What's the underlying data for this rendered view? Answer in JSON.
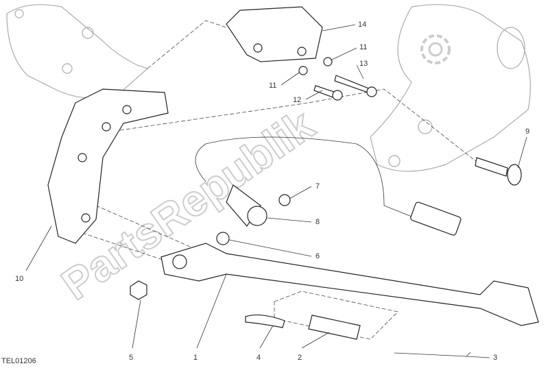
{
  "diagram": {
    "code": "TEL01206",
    "watermark": "PartsRepublik",
    "watermark_icon": "gear-icon",
    "callouts": [
      "14",
      "11",
      "13",
      "11",
      "12",
      "9",
      "7",
      "8",
      "6",
      "10",
      "5",
      "1",
      "4",
      "2",
      "3"
    ]
  }
}
